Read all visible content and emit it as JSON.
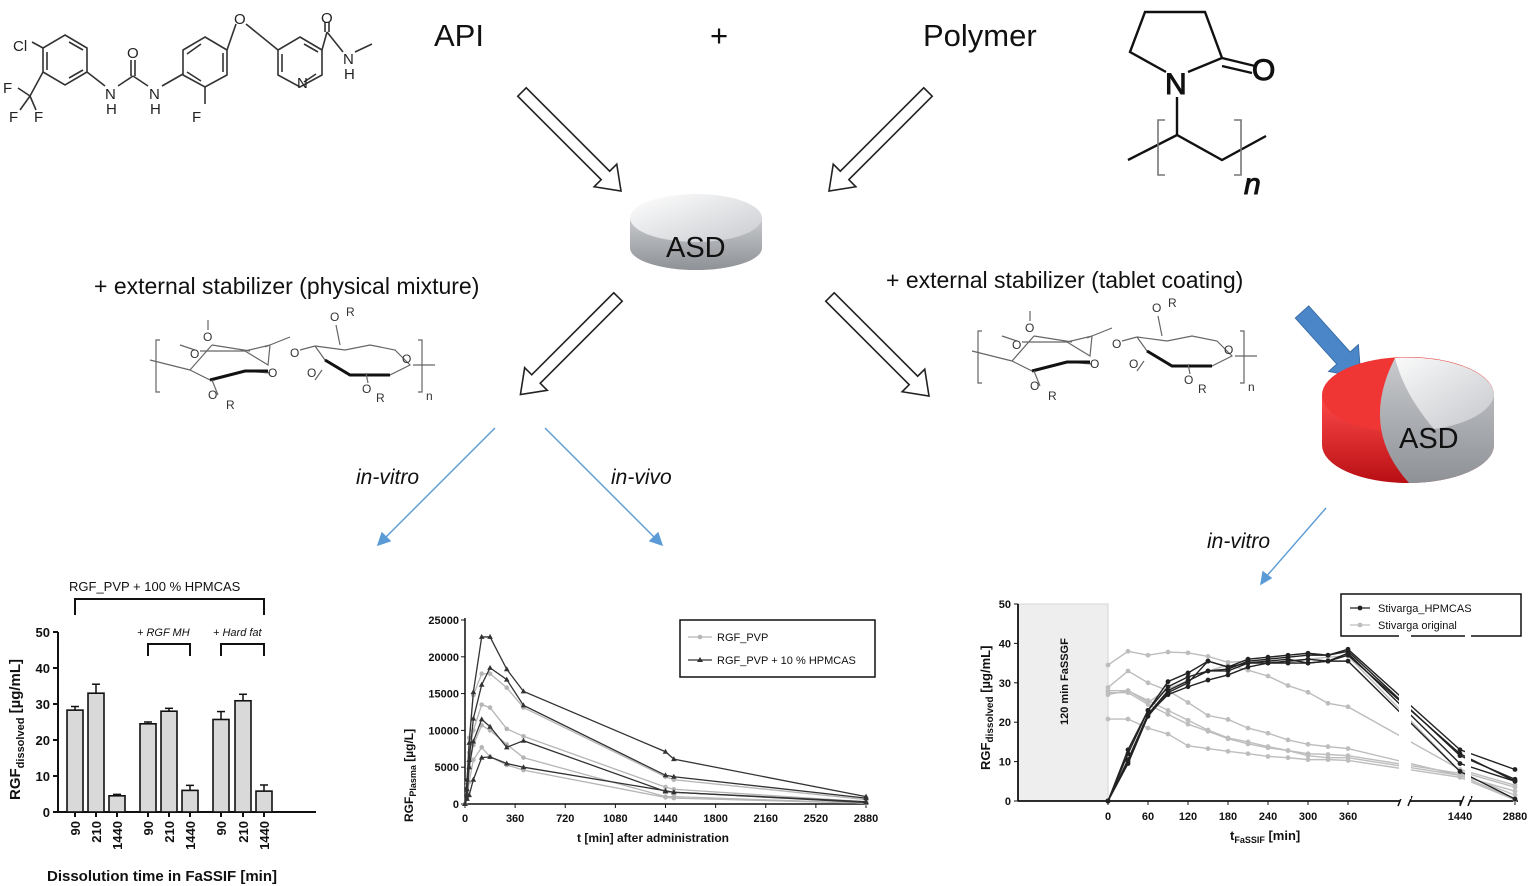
{
  "header": {
    "api_label": "API",
    "plus": "+",
    "polymer_label": "Polymer"
  },
  "api_structure": {
    "atoms": [
      "Cl",
      "F",
      "F",
      "F",
      "N",
      "H",
      "O",
      "N",
      "H",
      "F",
      "O",
      "N",
      "O",
      "N",
      "H"
    ]
  },
  "pvp_structure": {
    "atoms": [
      "N",
      "O"
    ],
    "repeat": "n"
  },
  "cellulose": {
    "atom_o": "O",
    "atom_r": "R",
    "repeat": "n"
  },
  "tablet": {
    "label": "ASD",
    "coated_label": "ASD",
    "coating_color": "#e0262a",
    "body_color": "#b9bcc1"
  },
  "stabilizer_left": "+ external stabilizer (physical mixture)",
  "stabilizer_right": "+ external stabilizer (tablet coating)",
  "routes": {
    "in_vitro_left": "in-vitro",
    "in_vivo": "in-vivo",
    "in_vitro_right": "in-vitro"
  },
  "colors": {
    "arrow_blue": "#5b9bd5",
    "big_arrow_blue": "#4a86c8"
  },
  "chart_data": [
    {
      "type": "bar",
      "title": "RGF_PVP + 100 % HPMCAS",
      "subgroups": [
        "+ RGF MH",
        "+ Hard fat"
      ],
      "ylabel_main": "RGF",
      "ylabel_sub": "dissolved",
      "ylabel_unit": " [µg/mL]",
      "xlabel": "Dissolution time in FaSSIF [min]",
      "categories": [
        "90",
        "210",
        "1440",
        "90",
        "210",
        "1440",
        "90",
        "210",
        "1440"
      ],
      "values": [
        28.3,
        33.0,
        4.5,
        24.5,
        28.0,
        6.0,
        25.7,
        30.9,
        5.8
      ],
      "errors": [
        1.0,
        2.5,
        0.4,
        0.5,
        0.8,
        1.4,
        2.2,
        1.8,
        1.7
      ],
      "ylim": [
        0,
        50
      ],
      "yticks": [
        "0",
        "10",
        "20",
        "30",
        "40",
        "50"
      ]
    },
    {
      "type": "line",
      "ylabel_main": "RGF",
      "ylabel_sub": "Plasma",
      "ylabel_unit": " [µg/L]",
      "xlabel": "t [min] after administration",
      "xlim": [
        0,
        2880
      ],
      "ylim": [
        0,
        25000
      ],
      "xticks": [
        "0",
        "360",
        "720",
        "1080",
        "1440",
        "1800",
        "2160",
        "2520",
        "2880"
      ],
      "yticks": [
        "0",
        "5000",
        "10000",
        "15000",
        "20000",
        "25000"
      ],
      "legend_position": "top-right",
      "x": [
        0,
        15,
        30,
        60,
        120,
        180,
        300,
        420,
        1440,
        1500,
        2880
      ],
      "series": [
        {
          "name": "RGF_PVP",
          "color": "#b5b5b5",
          "marker": "circle",
          "curves": [
            [
              0,
              3000,
              9000,
              14800,
              17700,
              17700,
              15800,
              13100,
              3700,
              3300,
              600
            ],
            [
              0,
              2500,
              7000,
              10000,
              13500,
              13100,
              10200,
              9200,
              2300,
              2000,
              300
            ],
            [
              0,
              1500,
              5000,
              8000,
              10700,
              10000,
              8100,
              6300,
              1000,
              1000,
              100
            ],
            [
              0,
              800,
              3000,
              6000,
              7700,
              6400,
              5300,
              4600,
              900,
              800,
              100
            ]
          ]
        },
        {
          "name": "RGF_PVP + 10 % HPMCAS",
          "color": "#333333",
          "marker": "triangle",
          "curves": [
            [
              0,
              3300,
              8300,
              15200,
              22700,
              22700,
              18300,
              15300,
              7100,
              6100,
              1000
            ],
            [
              0,
              2000,
              6000,
              11600,
              16200,
              18500,
              16900,
              13400,
              3900,
              3700,
              800
            ],
            [
              0,
              1200,
              5000,
              8500,
              11500,
              10500,
              7700,
              8600,
              1700,
              1600,
              300
            ],
            [
              0,
              700,
              1200,
              3300,
              6300,
              6400,
              5500,
              5000,
              1800,
              1600,
              200
            ]
          ]
        }
      ]
    },
    {
      "type": "line",
      "ylabel_main": "RGF",
      "ylabel_sub": "dissolved",
      "ylabel_unit": " [µg/mL]",
      "xlabel_main": "t",
      "xlabel_sub": "FaSSIF",
      "xlabel_unit": " [min]",
      "shaded_region_label": "120 min FaSSGF",
      "ylim": [
        0,
        50
      ],
      "xticks": [
        "0",
        "60",
        "120",
        "180",
        "240",
        "300",
        "360",
        "1440",
        "2880"
      ],
      "yticks": [
        "0",
        "10",
        "20",
        "30",
        "40",
        "50"
      ],
      "x_axis_breaks": [
        "360-1440",
        "1440-2880"
      ],
      "legend_position": "top-right",
      "x": [
        0,
        30,
        60,
        90,
        120,
        150,
        180,
        210,
        240,
        270,
        300,
        330,
        360,
        1440,
        2880
      ],
      "series": [
        {
          "name": "Stivarga original",
          "color": "#bdbdbd",
          "curves": [
            [
              34.5,
              38,
              37,
              37.8,
              37.6,
              36.7,
              35.2,
              35.5,
              35.5,
              35,
              36,
              36.5,
              36.8,
              7.5,
              3.5
            ],
            [
              28.8,
              33,
              30,
              28,
              25,
              21.7,
              20.7,
              18.5,
              17.2,
              15.5,
              14.4,
              13.8,
              13.3,
              6.5,
              2.5
            ],
            [
              27,
              28,
              25,
              28.5,
              30.5,
              33,
              34.5,
              33.2,
              31.7,
              29.3,
              27.6,
              24.8,
              23.9,
              8,
              4
            ],
            [
              28,
              28,
              25.5,
              23,
              20.5,
              18,
              16,
              15,
              13.8,
              12.8,
              12,
              11.8,
              11.5,
              7,
              1.5
            ],
            [
              27.5,
              27.5,
              24.5,
              22,
              19.5,
              17.7,
              15.8,
              14.5,
              13.5,
              12.8,
              11.5,
              11,
              11,
              6.5,
              0.5
            ],
            [
              20.8,
              20.8,
              18.5,
              17,
              14,
              13.3,
              12.6,
              12,
              11.3,
              11,
              10.5,
              10.5,
              10.3,
              6,
              0.3
            ]
          ]
        },
        {
          "name": "Stivarga_HPMCAS",
          "color": "#222222",
          "curves": [
            [
              0,
              13,
              23,
              30.3,
              32.5,
              35.5,
              34,
              36,
              36.5,
              37,
              37.5,
              37,
              38.5,
              13,
              8
            ],
            [
              0,
              12,
              23,
              29,
              31.5,
              33,
              33.5,
              35.5,
              36,
              36.5,
              37,
              37,
              38,
              11.5,
              5.5
            ],
            [
              0,
              10.5,
              22,
              28,
              30.5,
              33,
              33,
              35,
              35.5,
              36,
              35,
              35.5,
              37.5,
              9.5,
              5
            ],
            [
              0,
              10,
              22,
              27,
              29,
              30.7,
              32,
              34,
              35,
              35,
              35,
              35.5,
              35.5,
              7.5,
              0.5
            ],
            [
              0,
              9.5,
              21.5,
              27.5,
              30,
              35.5,
              34,
              35,
              35,
              35.5,
              36,
              35.5,
              37,
              12,
              5
            ]
          ]
        }
      ]
    }
  ]
}
